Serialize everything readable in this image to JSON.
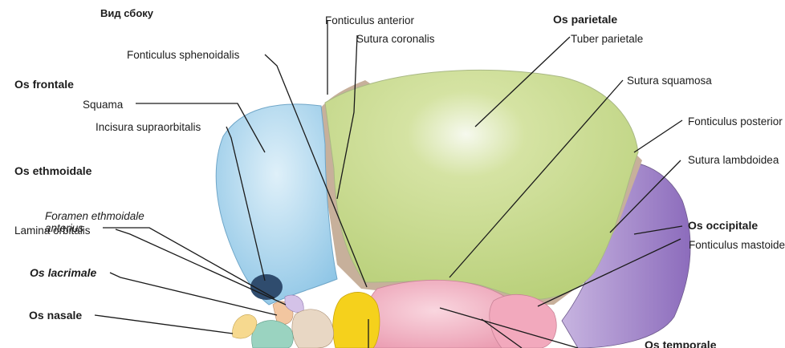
{
  "view_title": "Вид сбоку",
  "labels": {
    "fonticulus_anterior": "Fonticulus anterior",
    "sutura_coronalis": "Sutura coronalis",
    "os_parietale": "Os parietale",
    "tuber_parietale": "Tuber parietale",
    "fonticulus_sphenoidalis": "Fonticulus sphenoidalis",
    "os_frontale": "Os frontale",
    "squama": "Squama",
    "incisura_supraorbitalis": "Incisura supraorbitalis",
    "sutura_squamosa": "Sutura squamosa",
    "fonticulus_posterior": "Fonticulus posterior",
    "os_ethmoidale": "Os ethmoidale",
    "foramen_ethmoidale_line1": "Foramen ethmoidale",
    "foramen_ethmoidale_line2": "anterius",
    "sutura_lambdoidea": "Sutura lambdoidea",
    "lamina_orbitalis": "Lamina orbitalis",
    "os_occipitale": "Os occipitale",
    "fonticulus_mastoideus": "Fonticulus mastoideus",
    "os_lacrimale": "Os lacrimale",
    "os_nasale": "Os nasale",
    "os_temporale": "Os temporale"
  },
  "colors": {
    "parietal": "#c3d785",
    "frontal": "#a6d3ec",
    "occipital": "#a98fcd",
    "temporal": "#f1b3c4",
    "sphenoid": "#f5d11c",
    "suture": "#c7b09b",
    "leader": "#1a1a1a"
  }
}
